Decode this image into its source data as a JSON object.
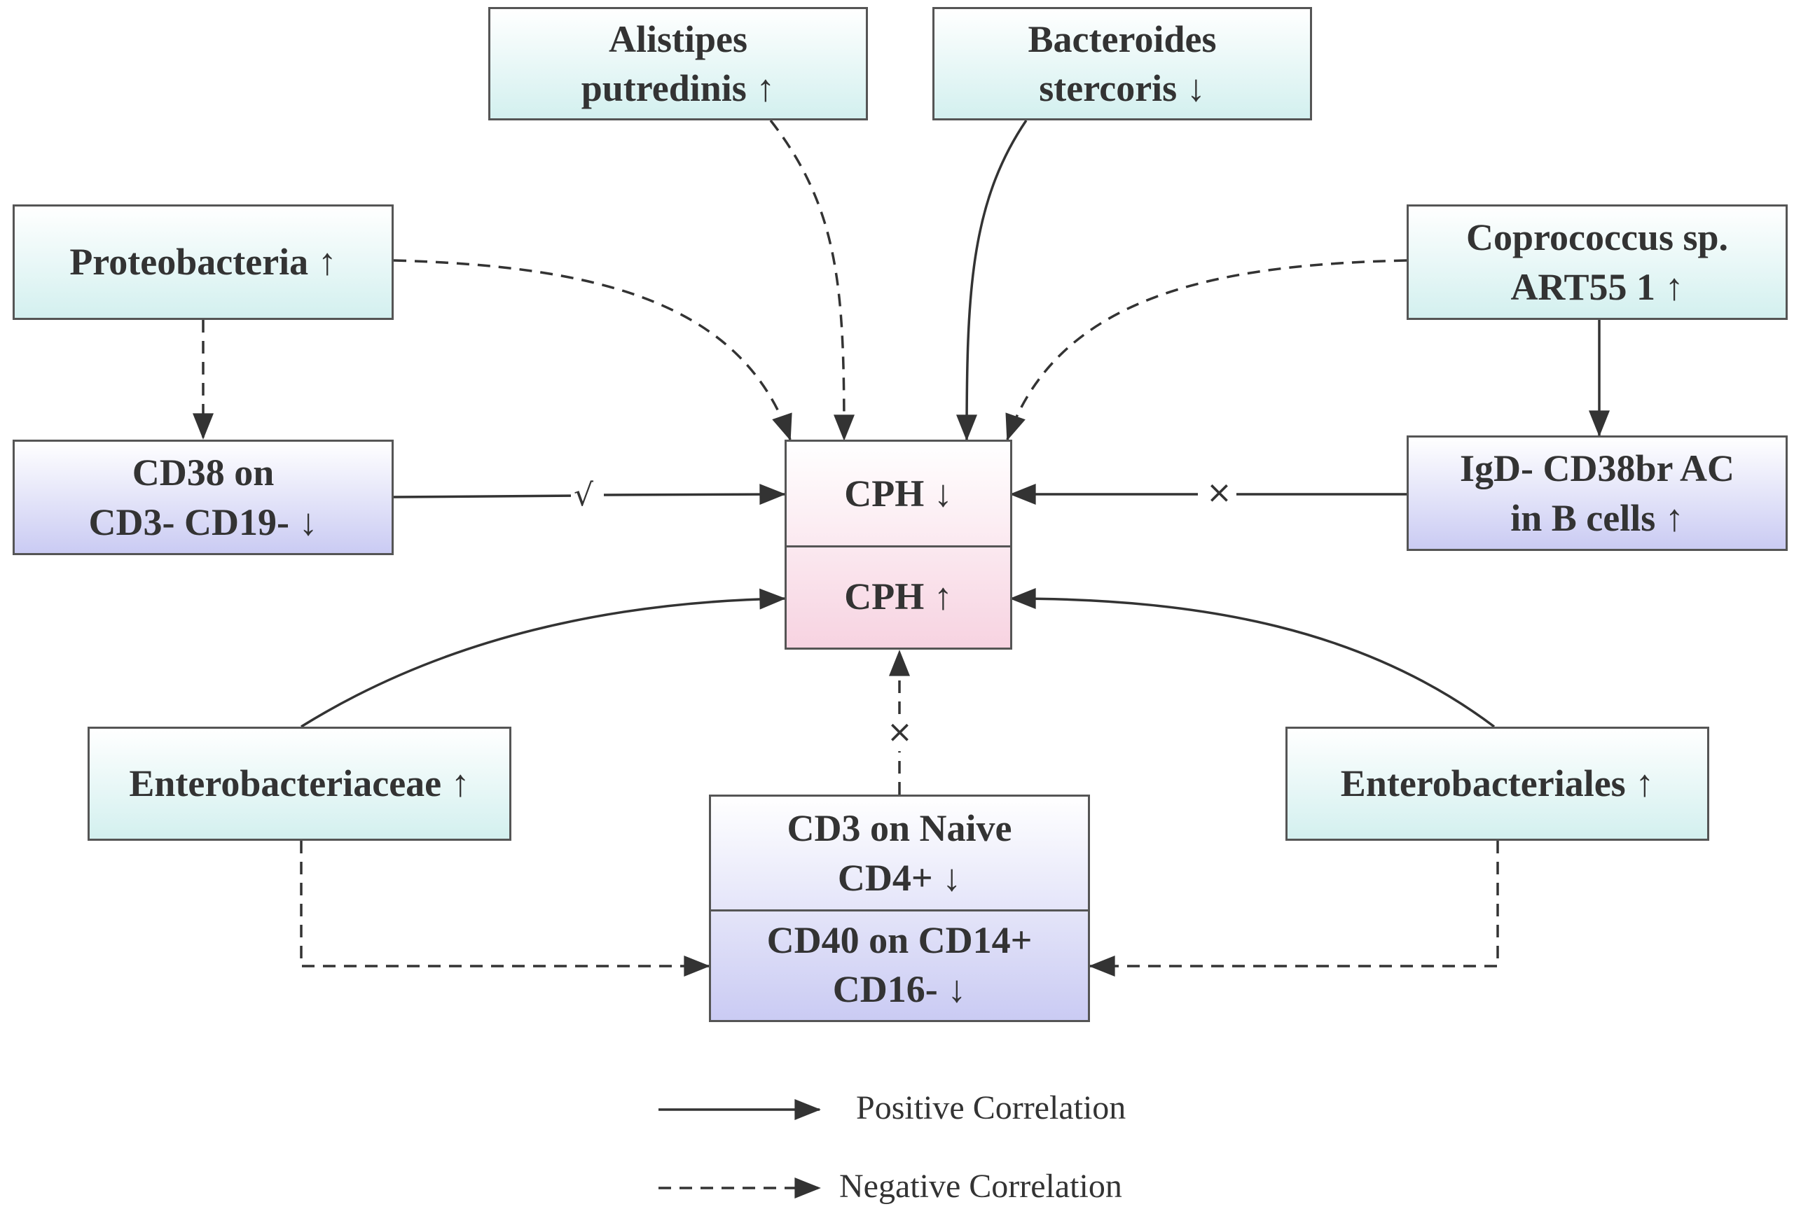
{
  "nodes": {
    "alistipes": "Alistipes\nputredinis ↑",
    "bacteroides": "Bacteroides\nstercoris ↓",
    "proteobacteria": "Proteobacteria ↑",
    "coprococcus": "Coprococcus sp.\nART55 1 ↑",
    "cd38": "CD38 on\nCD3- CD19- ↓",
    "igd": "IgD- CD38br AC\nin B cells ↑",
    "cph_down": "CPH ↓",
    "cph_up": "CPH ↑",
    "enterobacteriaceae": "Enterobacteriaceae ↑",
    "enterobacteriales": "Enterobacteriales ↑",
    "cd3_naive": "CD3 on Naive\nCD4+ ↓",
    "cd40": "CD40  on CD14+\nCD16- ↓"
  },
  "edge_marks": {
    "check": "√",
    "cross_right": "×",
    "cross_bottom": "×"
  },
  "legend": {
    "positive": "Positive Correlation",
    "negative": "Negative Correlation"
  },
  "colors": {
    "teal": "#d3f0ef",
    "purple": "#cacbf3",
    "pink": "#f7d3e1",
    "line": "#333333"
  }
}
